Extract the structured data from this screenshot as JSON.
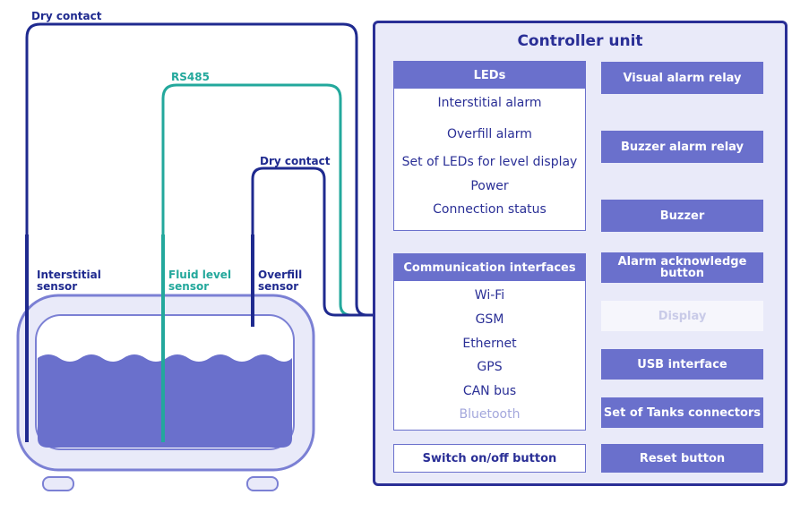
{
  "tank": {
    "sensors": [
      {
        "label": "Interstitial\nsensor",
        "color": "#1f2a8f"
      },
      {
        "label": "Fluid level\nsensor",
        "color": "#23a89c"
      },
      {
        "label": "Overfill\nsensor",
        "color": "#1f2a8f"
      }
    ],
    "colors": {
      "body": "#e9eaf9",
      "outline": "#7b80d4",
      "liquid": "#6a70cc"
    }
  },
  "wires": {
    "dry_contact_top": "Dry contact",
    "rs485": "RS485",
    "dry_contact_overfill": "Dry contact",
    "colors": {
      "navy": "#1f2a8f",
      "teal": "#23a89c"
    }
  },
  "controller": {
    "title": "Controller unit",
    "leds": {
      "header": "LEDs",
      "items": [
        "Interstitial alarm",
        "Overfill alarm",
        "Set of LEDs for level display",
        "Power",
        "Connection status"
      ]
    },
    "comms": {
      "header": "Communication interfaces",
      "items": [
        "Wi-Fi",
        "GSM",
        "Ethernet",
        "GPS",
        "CAN bus",
        "Bluetooth"
      ]
    },
    "switch_button": "Switch on/off button",
    "right_buttons": [
      "Visual alarm relay",
      "Buzzer alarm relay",
      "Buzzer",
      "Alarm acknowledge\nbutton",
      "Display",
      "USB interface",
      "Set of Tanks connectors",
      "Reset button"
    ],
    "colors": {
      "accent": "#6a70cc",
      "border": "#2a2f96",
      "background": "#e9eaf9"
    }
  }
}
